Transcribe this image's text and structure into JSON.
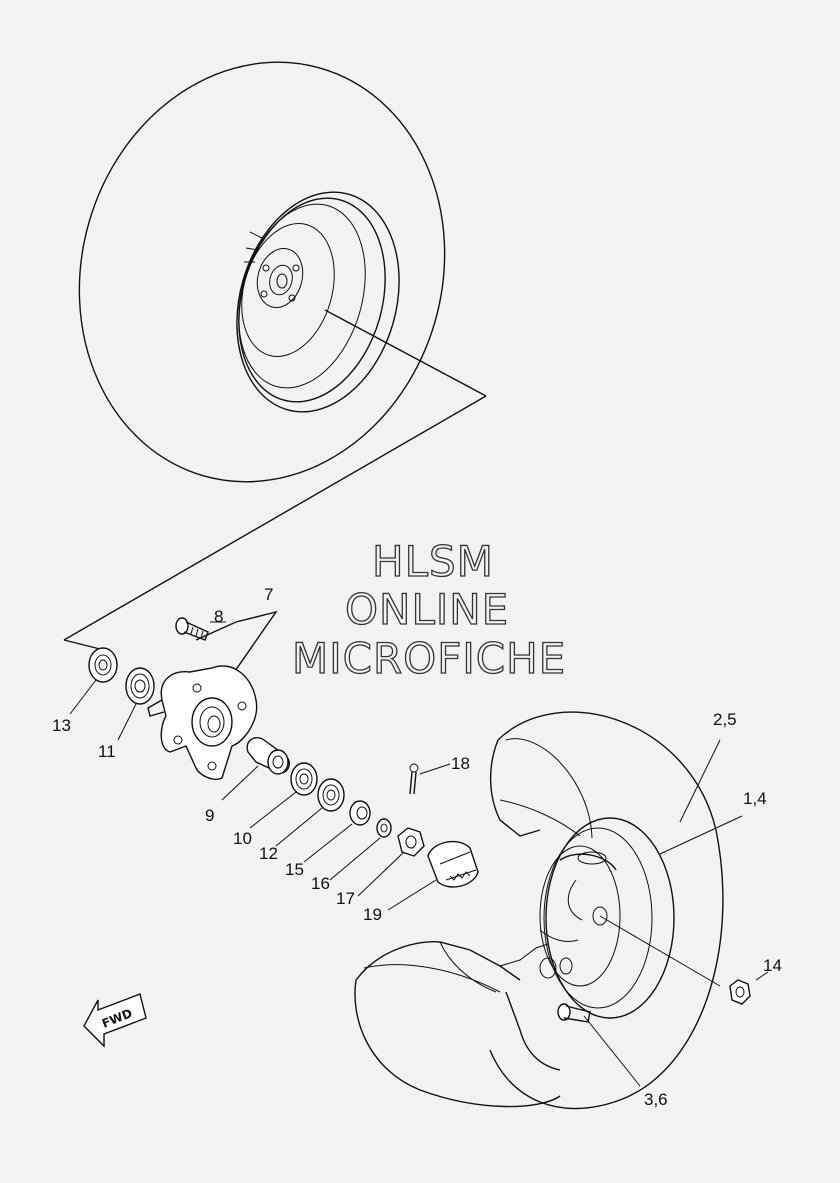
{
  "watermark": {
    "line1": "HLSM",
    "line2": "ONLINE",
    "line3": "MICROFICHE"
  },
  "fwd_arrow": {
    "label": "FWD",
    "icon": "fwd-arrow-icon"
  },
  "callouts": {
    "c1_4": "1,4",
    "c2_5": "2,5",
    "c3_6": "3,6",
    "c7": "7",
    "c8": "8",
    "c9": "9",
    "c10": "10",
    "c11": "11",
    "c12": "12",
    "c13": "13",
    "c14": "14",
    "c15": "15",
    "c16": "16",
    "c17": "17",
    "c18": "18",
    "c19": "19"
  },
  "colors": {
    "background": "#f2f2f2",
    "line": "#111111"
  }
}
